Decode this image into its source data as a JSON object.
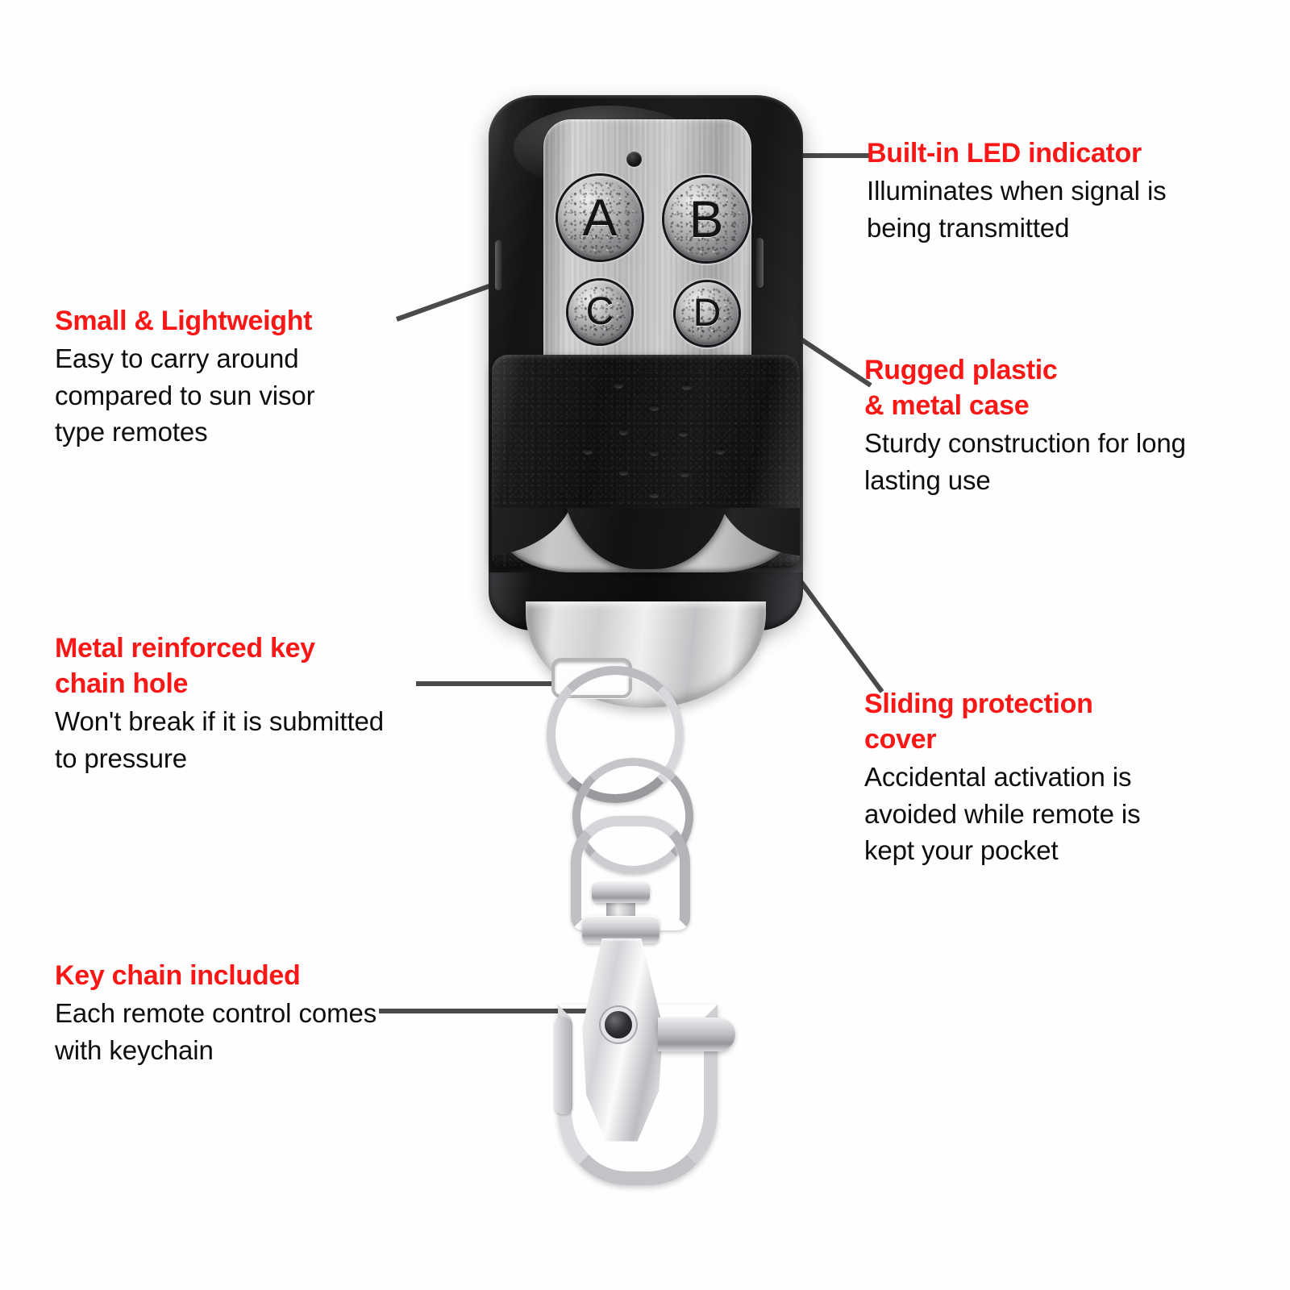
{
  "page": {
    "background_color": "#fefefe",
    "accent_color": "#fc1717",
    "body_text_color": "#0d0d0d",
    "leader_line_color": "#4a4a4a"
  },
  "product": {
    "name": "4-button remote control key fob",
    "buttons": [
      {
        "label": "A",
        "size": "large"
      },
      {
        "label": "B",
        "size": "large"
      },
      {
        "label": "C",
        "size": "small"
      },
      {
        "label": "D",
        "size": "small"
      }
    ]
  },
  "callouts": [
    {
      "id": "led",
      "title": "Built-in LED indicator",
      "body": "Illuminates when signal is\nbeing transmitted"
    },
    {
      "id": "small-lightweight",
      "title": "Small & Lightweight",
      "body": "Easy to carry around\ncompared to sun visor\ntype remotes"
    },
    {
      "id": "rugged-case",
      "title": "Rugged plastic\n & metal case",
      "body": "Sturdy construction for long\nlasting use"
    },
    {
      "id": "keychain-hole",
      "title": "Metal reinforced key\nchain hole",
      "body": "Won't break if it is submitted\nto pressure"
    },
    {
      "id": "sliding-cover",
      "title": "Sliding protection\ncover",
      "body": "Accidental activation is\navoided while remote is\nkept your pocket"
    },
    {
      "id": "keychain-included",
      "title": "Key chain included",
      "body": "Each remote control comes\nwith keychain"
    }
  ]
}
